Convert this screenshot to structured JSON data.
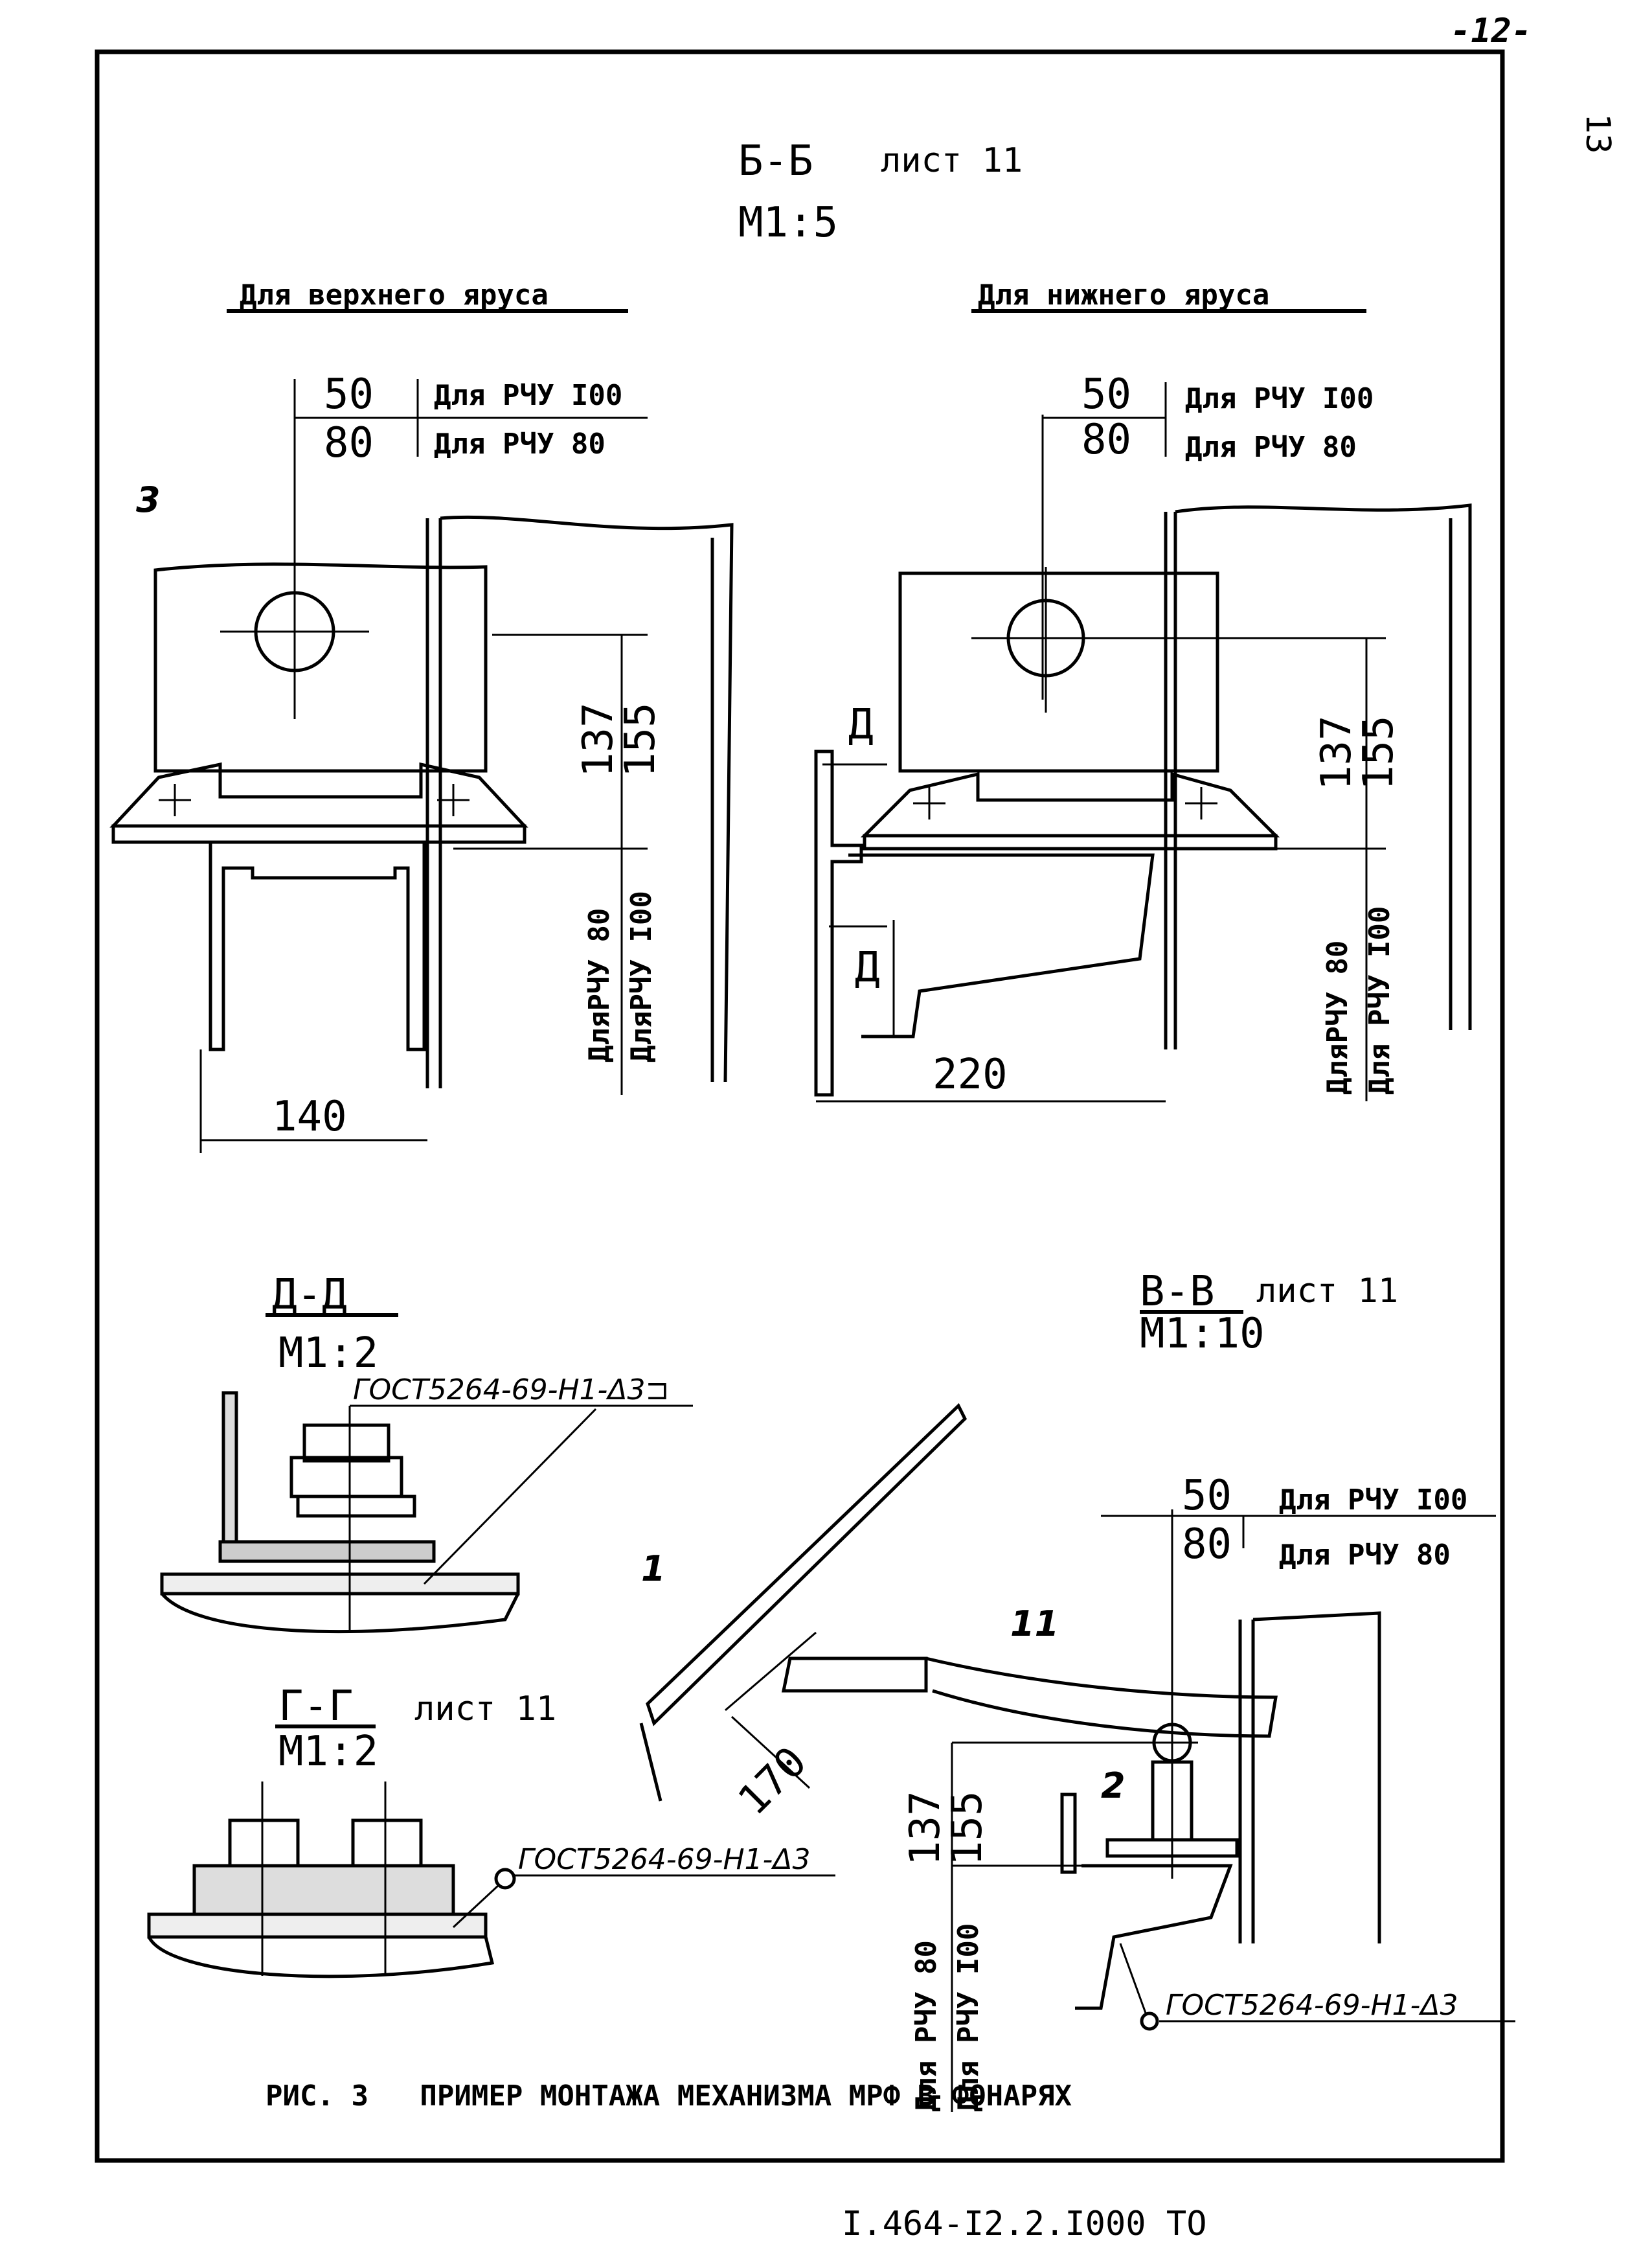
{
  "page_number": "-12-",
  "sheet_corner": "13",
  "bottom_code": "I.464-I2.2.I000 TO",
  "caption": "РИС. 3   ПРИМЕР МОНТАЖА МЕХАНИЗМА МРФ В ФОНАРЯХ",
  "section_bb": {
    "title": "Б-Б",
    "ref": "лист 11",
    "scale": "М1:5"
  },
  "upper": {
    "heading": "Для верхнего яруса",
    "dim_top": "50",
    "dim_bottom": "80",
    "label_top": "Для РЧУ I00",
    "label_bottom": "Для РЧУ 80",
    "pos_label": "3",
    "v_dim_a": "137",
    "v_dim_b": "155",
    "v_label_a": "ДляРЧУ 80",
    "v_label_b": "ДляРЧУ I00",
    "h_dim": "140"
  },
  "lower": {
    "heading": "Для нижнего яруса",
    "dim_top": "50",
    "dim_bottom": "80",
    "label_top": "Для РЧУ I00",
    "label_bottom": "Для РЧУ 80",
    "cut_mark": "Д",
    "v_dim_a": "137",
    "v_dim_b": "155",
    "v_label_a": "ДляРЧУ 80",
    "v_label_b": "Для РЧУ I00",
    "h_dim": "220"
  },
  "section_dd": {
    "title": "Д-Д",
    "scale": "М1:2",
    "weld": "ГОСТ5264-69-Н1-Δ3⊐"
  },
  "section_gg": {
    "title": "Г-Г",
    "ref": "лист 11",
    "scale": "М1:2",
    "weld": "ГОСТ5264-69-Н1-Δ3"
  },
  "section_vv": {
    "title": "В-В",
    "ref": "лист 11",
    "scale": "М1:10",
    "dim_top": "50",
    "dim_bottom": "80",
    "label_top": "Для РЧУ I00",
    "label_bottom": "Для РЧУ 80",
    "pos_1": "1",
    "pos_11": "11",
    "pos_2": "2",
    "dim_170": "170",
    "v_dim_a": "137",
    "v_dim_b": "155",
    "v_label_a": "Для РЧУ 80",
    "v_label_b": "Для РЧУ I00",
    "weld": "ГОСТ5264-69-Н1-Δ3"
  }
}
